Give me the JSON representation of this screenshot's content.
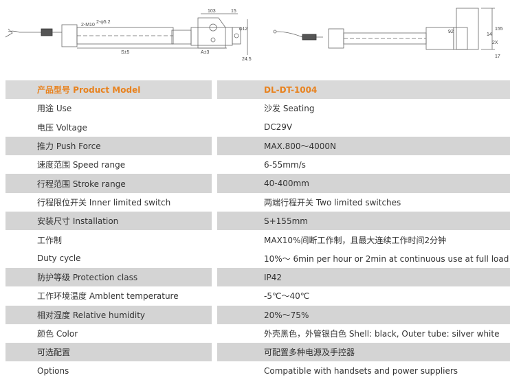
{
  "drawing": {
    "left_dims": {
      "mount_hole": "2-M10",
      "pin_hole": "2-φ5.2",
      "width_103": "103",
      "width_15": "15",
      "diameter": "φ12",
      "stroke_len": "S±5",
      "install_len": "A±3",
      "height_24_5": "24.5"
    },
    "right_dims": {
      "dim_92": "92",
      "dim_155": "155",
      "dim_14": "14",
      "dim_2x": "2X",
      "dim_17": "17"
    }
  },
  "specs": {
    "rows": [
      {
        "label": "产品型号 Product Model",
        "value": "DL-DT-1004",
        "style": "head"
      },
      {
        "label": "用途  Use",
        "value": "沙发  Seating",
        "style": "plain"
      },
      {
        "label": "电压 Voltage",
        "value": "DC29V",
        "style": "plain"
      },
      {
        "label": "推力 Push Force",
        "value": "MAX.800～4000N",
        "style": "shade"
      },
      {
        "label": "速度范围 Speed range",
        "value": "6-55mm/s",
        "style": "plain"
      },
      {
        "label": "行程范围 Stroke range",
        "value": "40-400mm",
        "style": "shade"
      },
      {
        "label": "行程限位开关 Inner limited switch",
        "value": "两端行程开关  Two limited switches",
        "style": "plain"
      },
      {
        "label": "安装尺寸 Installation",
        "value": "S+155mm",
        "style": "shade"
      },
      {
        "label": "工作制",
        "value": "MAX10%间断工作制，且最大连续工作时间2分钟",
        "style": "plain"
      },
      {
        "label": "Duty cycle",
        "value": "10%～ 6min per hour or 2min at continuous use at full load",
        "style": "plain"
      },
      {
        "label": "防护等级 Protection class",
        "value": "IP42",
        "style": "shade"
      },
      {
        "label": "工作环境温度 Amblent temperature",
        "value": "-5℃～40℃",
        "style": "plain"
      },
      {
        "label": "相对湿度 Relative humidity",
        "value": "20%～75%",
        "style": "shade"
      },
      {
        "label": "颜色 Color",
        "value": "外壳黑色，外管银白色 Shell: black, Outer tube: silver white",
        "style": "plain"
      },
      {
        "label": "可选配置",
        "value": "可配置多种电源及手控器",
        "style": "shade"
      },
      {
        "label": "Options",
        "value": "Compatible with handsets and power suppliers",
        "style": "plain"
      }
    ]
  },
  "colors": {
    "accent": "#e8821e",
    "shade": "#d4d4d4",
    "text": "#333333"
  }
}
